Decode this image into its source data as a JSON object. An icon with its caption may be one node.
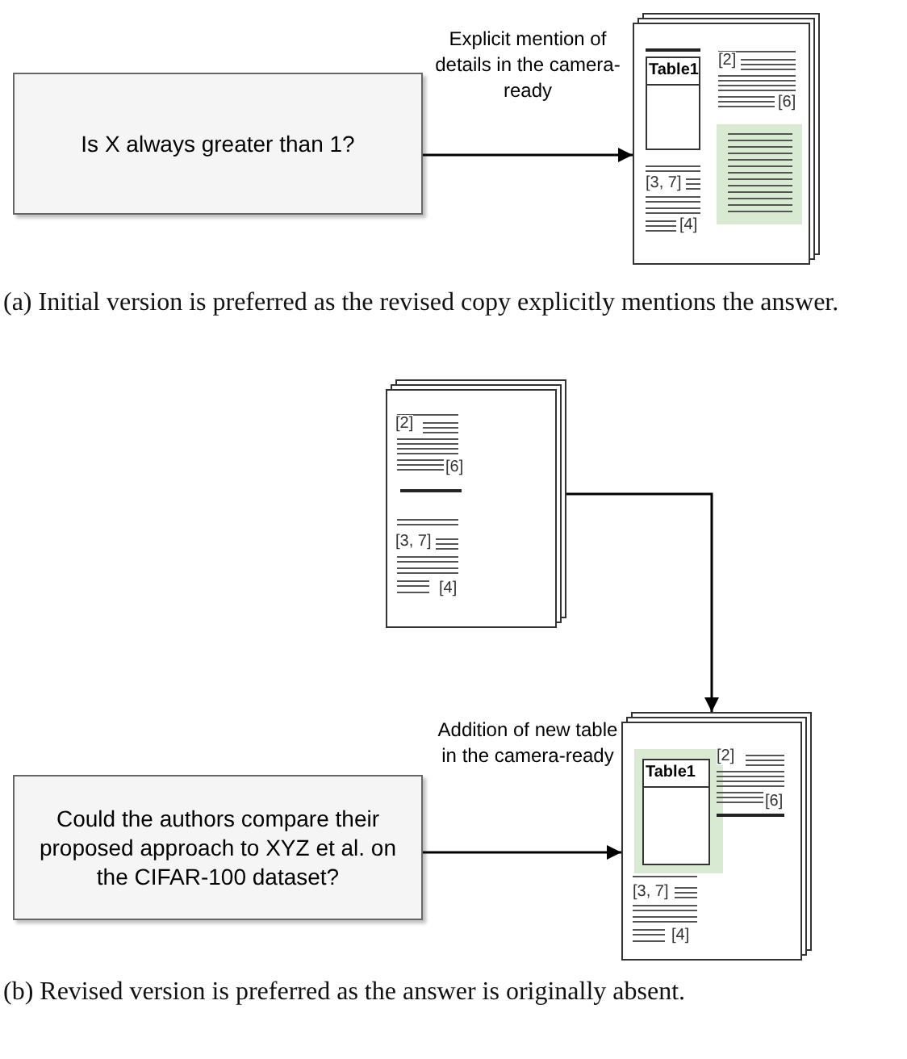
{
  "diagram": {
    "nodes": [
      {
        "text": [
          "Is X always greater than 1?"
        ]
      },
      {
        "text": [
          "Table1",
          "[2]",
          "[6]",
          "[3, 7]",
          "[4]"
        ]
      },
      {
        "text": [
          "[2]",
          "[6]",
          "[3, 7]",
          "[4]"
        ]
      },
      {
        "text": [
          "Could the authors compare their proposed approach to XYZ et al. on the CIFAR-100 dataset?"
        ]
      },
      {
        "text": [
          "Table1",
          "[2]",
          "[6]",
          "[3, 7]",
          "[4]"
        ]
      }
    ],
    "edges": [
      {
        "from": 0,
        "to": 1,
        "arrow": "to",
        "label": "Explicit mention of details in the camera-ready"
      },
      {
        "from": 2,
        "to": 4,
        "arrow": "to"
      },
      {
        "from": 3,
        "to": 4,
        "arrow": "to",
        "label": "Addition of new table in the camera-ready"
      }
    ],
    "labels": [
      "(a) Initial version is preferred as the revised copy explicitly mentions the answer.",
      "(b) Revised version is preferred as the answer is originally absent."
    ]
  }
}
